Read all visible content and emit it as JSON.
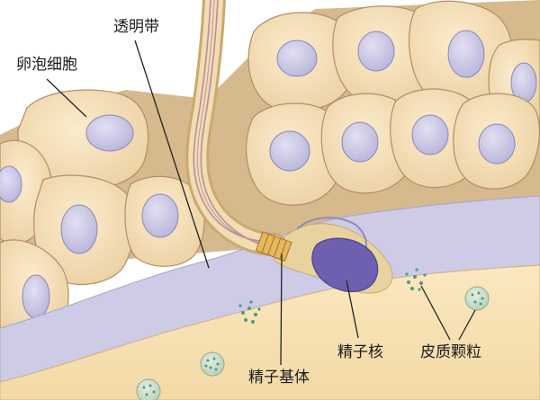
{
  "labels": {
    "follicle_cells": "卵泡细胞",
    "zona_pellucida": "透明带",
    "sperm_basal_body": "精子基体",
    "sperm_nucleus": "精子核",
    "cortical_granules": "皮质颗粒"
  },
  "colors": {
    "cell_fill": "#f2dcb2",
    "cell_stroke": "#b08e66",
    "cell_shadow": "#d9bd94",
    "nucleus_fill": "#c9c6e2",
    "nucleus_stroke": "#8c86b6",
    "zona_fill": "#cdcbe6",
    "egg_fill": "#f7e3b6",
    "sperm_nucleus": "#6e5fb0",
    "granule_fill": "#c9dcca",
    "granule_dot": "#4a9a86"
  }
}
